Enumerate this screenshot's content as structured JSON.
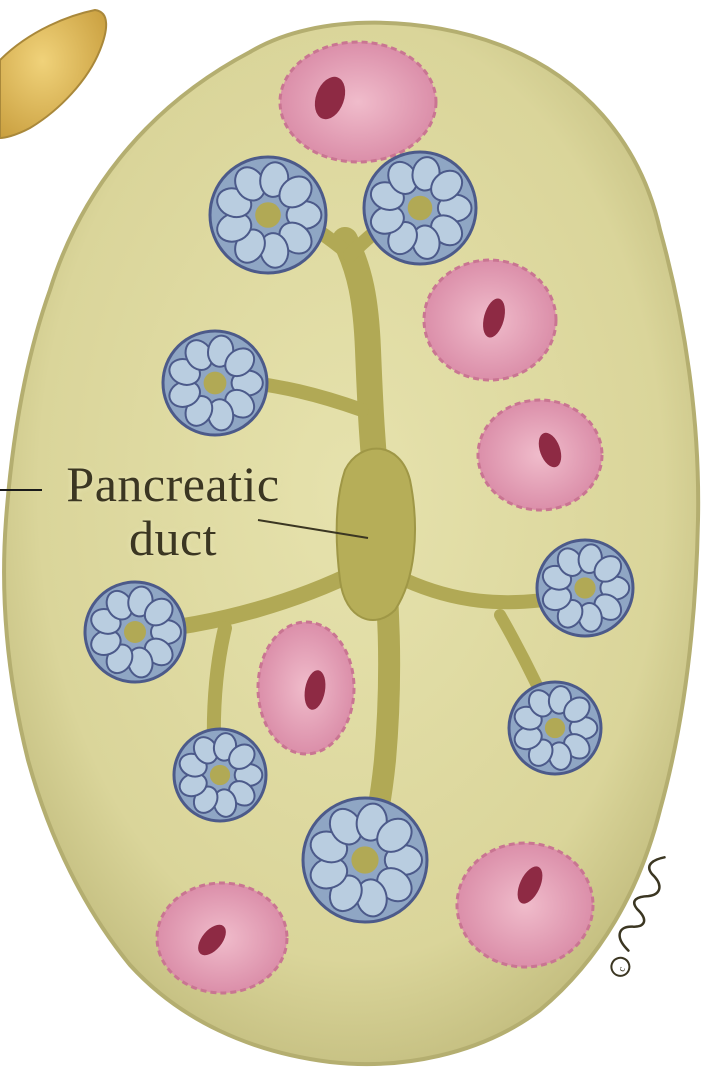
{
  "figure": {
    "label_line1": "Pancreatic",
    "label_line2": "duct",
    "signature": "© Bacarrat"
  },
  "colors": {
    "background": "#ffffff",
    "lobule_fill": "#dcd79a",
    "duct_fill": "#b5ad58",
    "islet_fill": "#e9a7bd",
    "islet_core": "#8e2a44",
    "acinus_fill": "#b9cde0",
    "acinus_outline": "#4c5a8a",
    "label_text": "#3b3622"
  }
}
